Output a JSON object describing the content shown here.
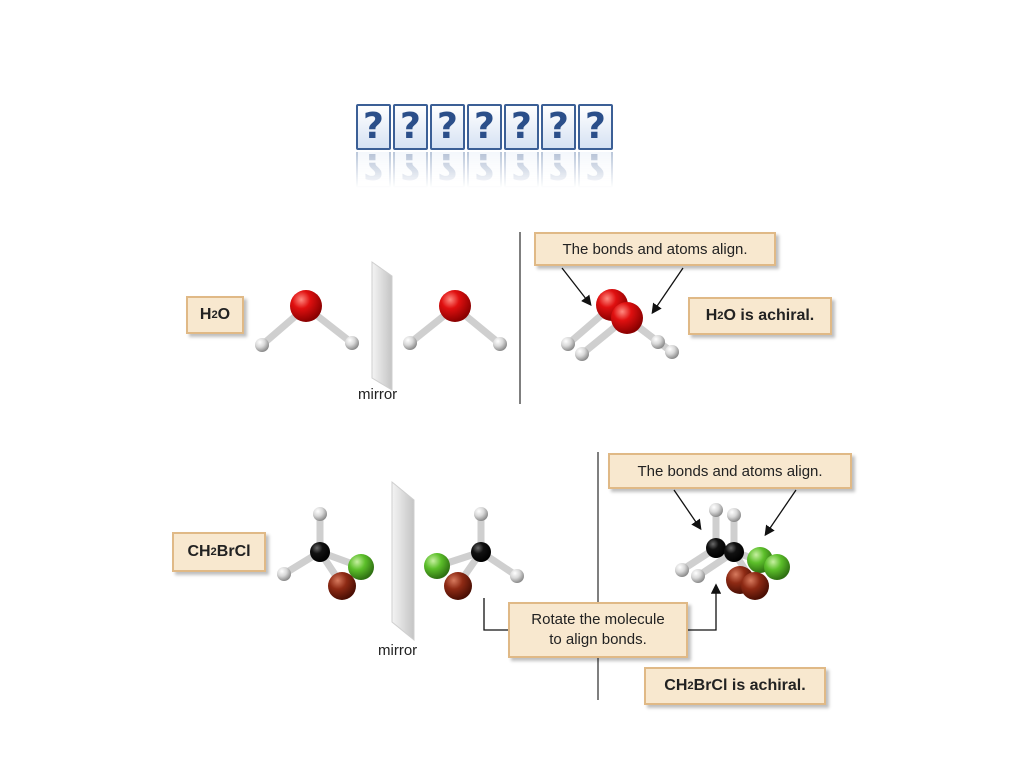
{
  "title": {
    "glyphs": [
      "?",
      "?",
      "?",
      "?",
      "?",
      "?",
      "?"
    ]
  },
  "top_panel": {
    "molecule_label_prefix": "H",
    "molecule_label_sub": "2",
    "molecule_label_suffix": "O",
    "mirror_label": "mirror",
    "align_callout": "The bonds and atoms align.",
    "result_prefix": "H",
    "result_sub": "2",
    "result_suffix": "O is achiral."
  },
  "bottom_panel": {
    "molecule_label_prefix": "CH",
    "molecule_label_sub": "2",
    "molecule_label_suffix": "BrCl",
    "mirror_label": "mirror",
    "align_callout": "The bonds and atoms align.",
    "rotate_callout_line1": "Rotate the molecule",
    "rotate_callout_line2": "to align bonds.",
    "result_prefix": "CH",
    "result_sub": "2",
    "result_suffix": "BrCl is achiral."
  },
  "colors": {
    "oxygen": "#e01010",
    "hydrogen": "#d8d8d8",
    "carbon": "#111111",
    "chlorine": "#5cbf2a",
    "bromine": "#8e2a14",
    "label_fill": "#f8e8cf",
    "label_border": "#e0b986"
  }
}
